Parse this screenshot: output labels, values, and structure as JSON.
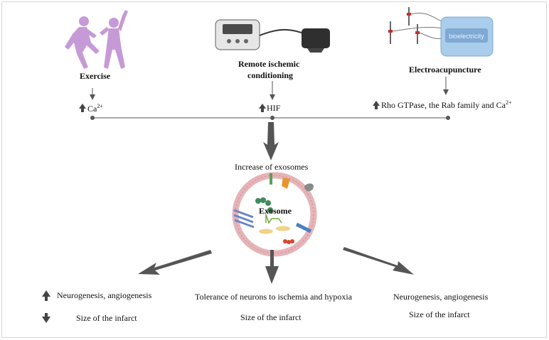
{
  "interventions": {
    "exercise": {
      "label": "Exercise",
      "effect": "Ca",
      "effect_sup": "2+"
    },
    "ric": {
      "label_line1": "Remote ischemic",
      "label_line2": "conditioning",
      "effect": "HIF"
    },
    "ea": {
      "label": "Electroacupuncture",
      "effect": "Rho GTPase, the Rab family and Ca",
      "effect_sup": "2+",
      "device_label": "bioelectricity"
    }
  },
  "center": {
    "increase_label": "Increase of exosomes",
    "exosome_label": "Exosome"
  },
  "outcomes": {
    "left": {
      "line1": "Neurogenesis, angiogenesis",
      "line2": "Size of the infarct"
    },
    "middle": {
      "line1": "Tolerance of neurons to ischemia and hypoxia",
      "line2": "Size of the infarct"
    },
    "right": {
      "line1": "Neurogenesis, angiogenesis",
      "line2": "Size of the infarct"
    }
  },
  "colors": {
    "figure_purple": "#c59ad6",
    "arrow_gray": "#555555",
    "device_blue": "#9fc7e8",
    "membrane_pink": "#e8b7bb"
  }
}
